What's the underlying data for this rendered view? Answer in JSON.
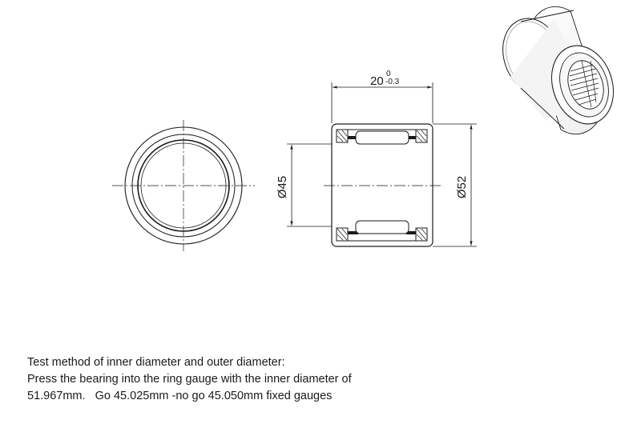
{
  "drawing": {
    "width_dim": {
      "nominal": "20",
      "upper_tol": "0",
      "lower_tol": "-0.3"
    },
    "inner_dia_label": "Ø45",
    "outer_dia_label": "Ø52"
  },
  "notes": {
    "line1": "Test method of inner diameter and outer diameter:",
    "line2": "Press the bearing into the ring gauge with the inner diameter of",
    "line3": "51.967mm.   Go 45.025mm -no go 45.050mm fixed gauges"
  }
}
